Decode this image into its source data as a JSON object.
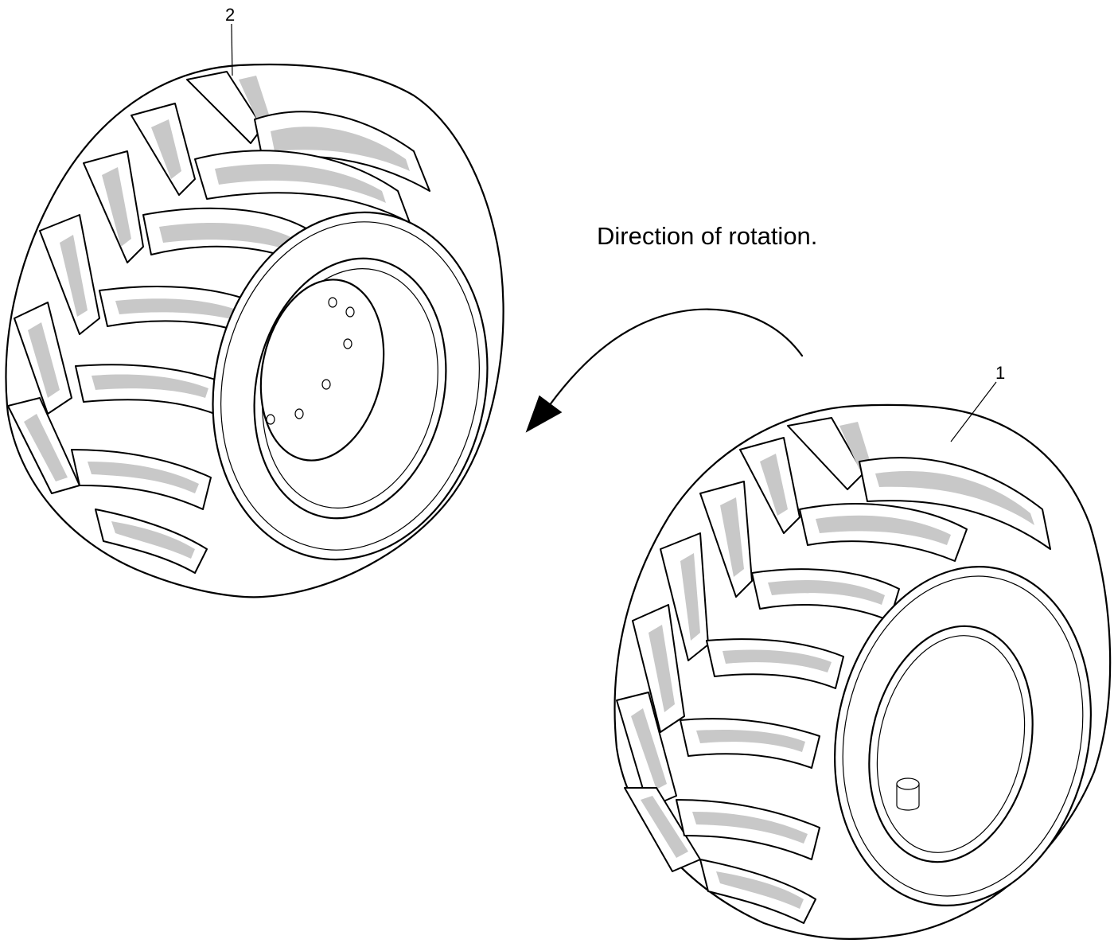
{
  "caption": "Direction of rotation.",
  "callouts": {
    "wheel_1": "1",
    "wheel_2": "2"
  },
  "colors": {
    "line": "#000000",
    "shading": "#c8c8c8",
    "background": "#ffffff"
  }
}
